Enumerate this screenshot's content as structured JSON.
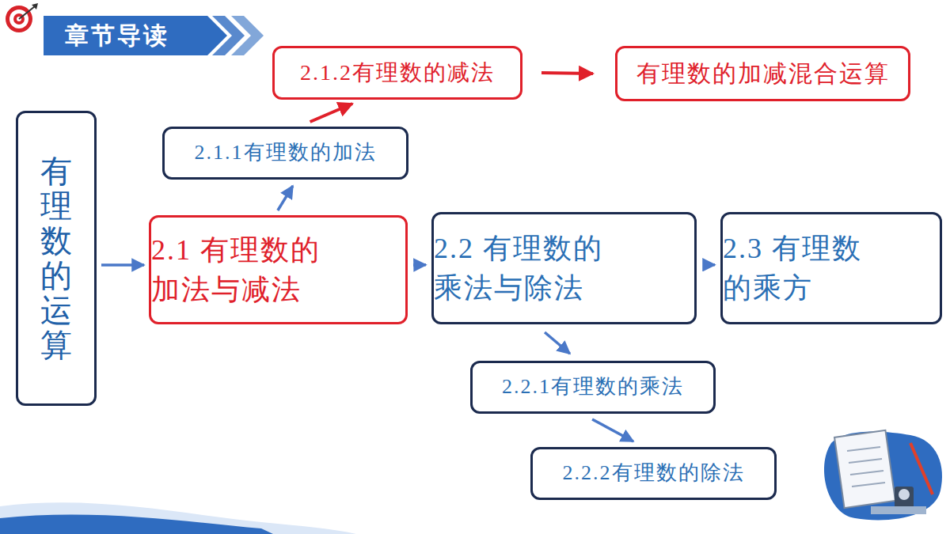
{
  "diagram": {
    "title": "章节导读",
    "nodes": [
      {
        "text": [
          "有理数的运算"
        ]
      },
      {
        "text": [
          "2.1 有理数的 加法与减法"
        ]
      },
      {
        "text": [
          "2.1.1有理数的加法"
        ]
      },
      {
        "text": [
          "2.1.2有理数的减法"
        ]
      },
      {
        "text": [
          "有理数的加减混合运算"
        ]
      },
      {
        "text": [
          "2.2 有理数的 乘法与除法"
        ]
      },
      {
        "text": [
          "2.3 有理数 的乘方"
        ]
      },
      {
        "text": [
          "2.2.1有理数的乘法"
        ]
      },
      {
        "text": [
          "2.2.2有理数的除法"
        ]
      }
    ],
    "edges": [
      {
        "from": 0,
        "to": 1,
        "arrow": "to"
      },
      {
        "from": 1,
        "to": 2,
        "arrow": "to"
      },
      {
        "from": 2,
        "to": 3,
        "arrow": "to"
      },
      {
        "from": 3,
        "to": 4,
        "arrow": "to"
      },
      {
        "from": 1,
        "to": 5,
        "arrow": "to"
      },
      {
        "from": 5,
        "to": 6,
        "arrow": "to"
      },
      {
        "from": 5,
        "to": 7,
        "arrow": "to"
      },
      {
        "from": 7,
        "to": 8,
        "arrow": "to"
      }
    ]
  }
}
